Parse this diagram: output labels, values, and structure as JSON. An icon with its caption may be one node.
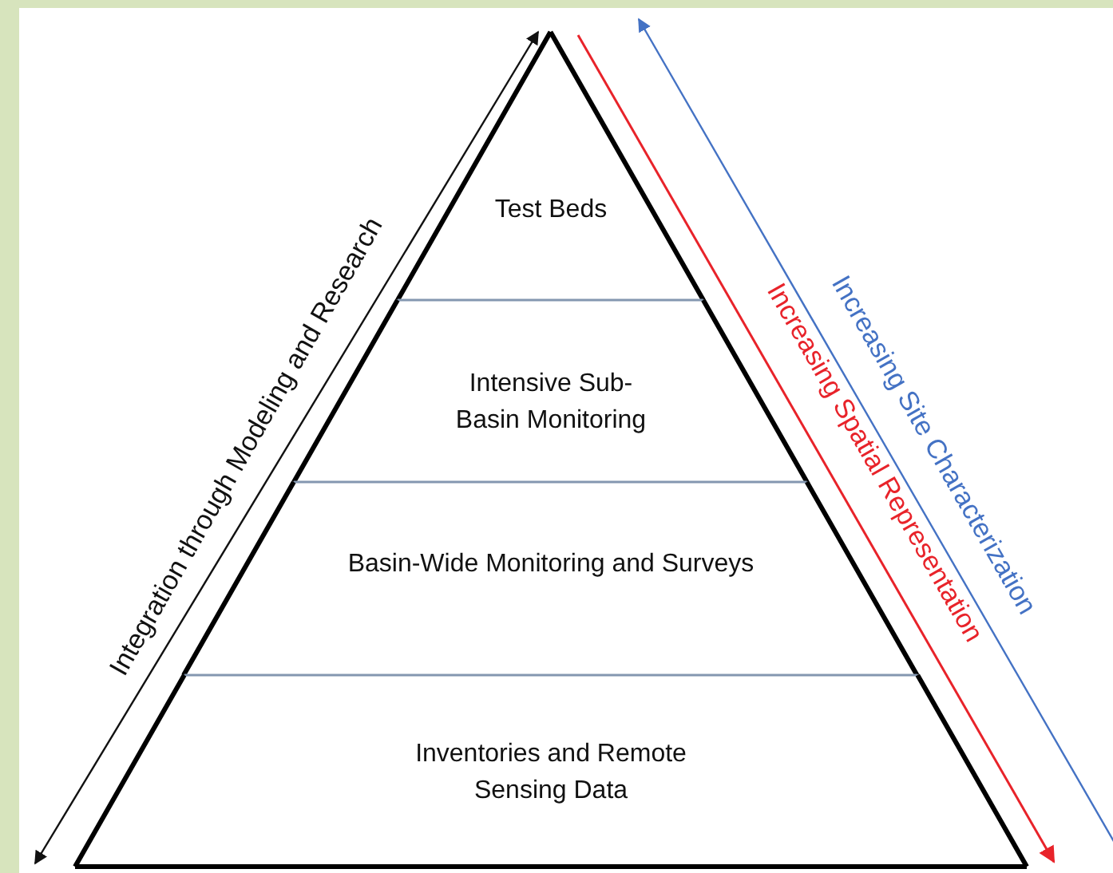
{
  "diagram": {
    "nodes": [
      {
        "text": [
          "Test Beds"
        ]
      },
      {
        "text": [
          "Intensive Sub-Basin Monitoring"
        ]
      },
      {
        "text": [
          "Basin-Wide Monitoring and Surveys"
        ]
      },
      {
        "text": [
          "Inventories and Remote Sensing Data"
        ]
      }
    ],
    "labels": [
      "Integration through Modeling and Research",
      "Increasing Spatial Representation",
      "Increasing Site Characterization"
    ]
  }
}
